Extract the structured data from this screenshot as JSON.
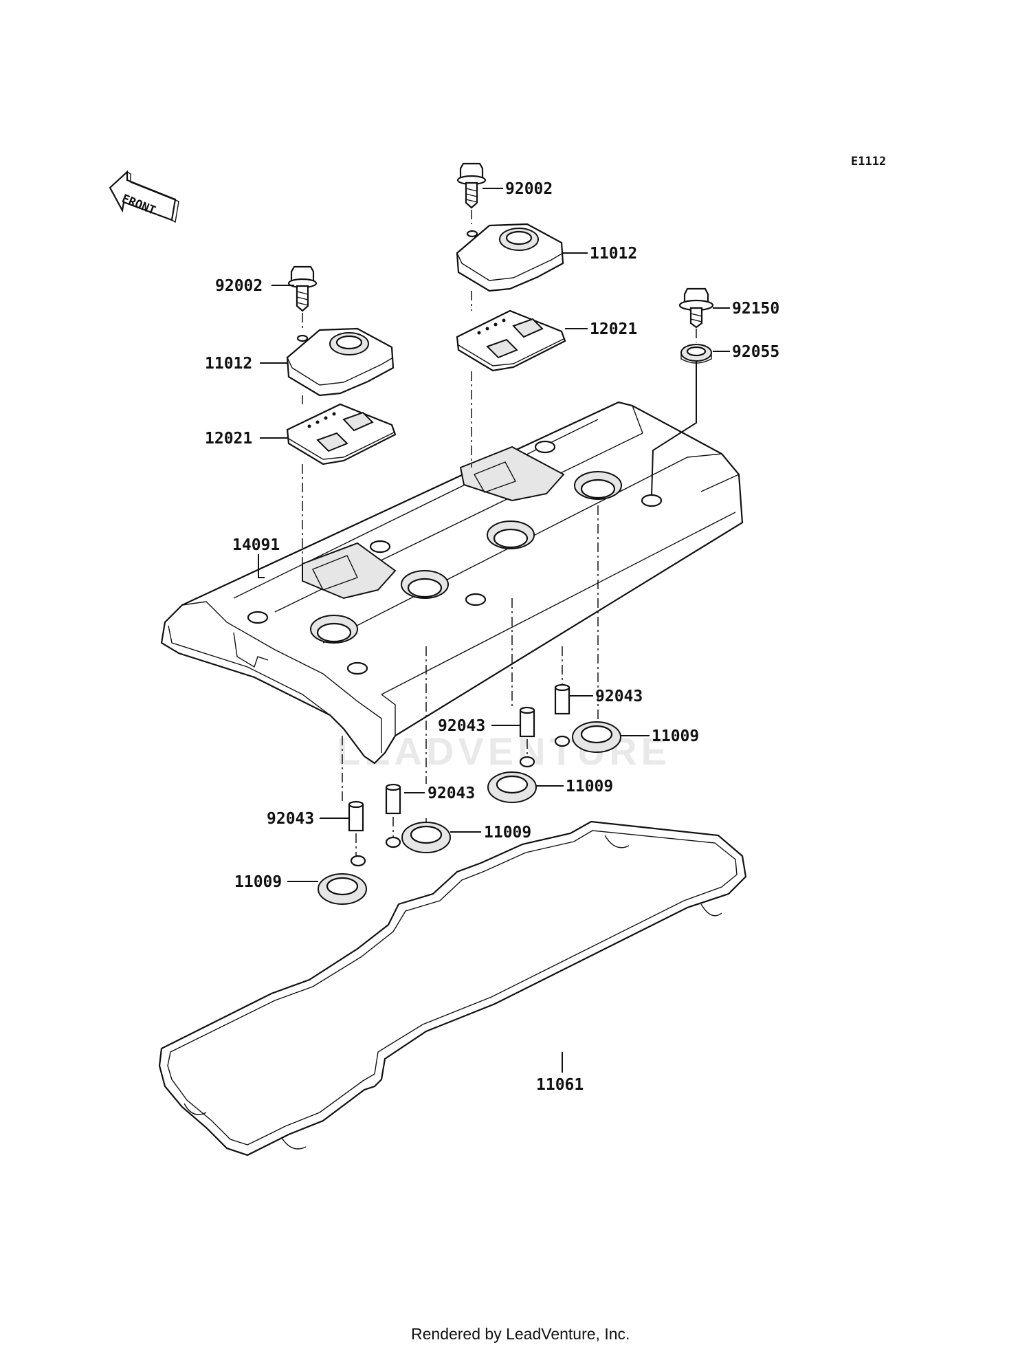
{
  "diagram": {
    "ref_code": "E1112",
    "front_label": "FRONT",
    "footer": "Rendered by LeadVenture, Inc.",
    "watermark": "LEADVENTURE",
    "parts": [
      {
        "id": "bolt_a",
        "number": "92002"
      },
      {
        "id": "cap_a",
        "number": "11012"
      },
      {
        "id": "gasket_a",
        "number": "12021"
      },
      {
        "id": "bolt_b",
        "number": "92002"
      },
      {
        "id": "cap_b",
        "number": "11012"
      },
      {
        "id": "gasket_b",
        "number": "12021"
      },
      {
        "id": "bolt_c",
        "number": "92150"
      },
      {
        "id": "washer",
        "number": "92055"
      },
      {
        "id": "head_cover",
        "number": "14091"
      },
      {
        "id": "pin_1",
        "number": "92043"
      },
      {
        "id": "pin_2",
        "number": "92043"
      },
      {
        "id": "pin_3",
        "number": "92043"
      },
      {
        "id": "pin_4",
        "number": "92043"
      },
      {
        "id": "plug_gasket_1",
        "number": "11009"
      },
      {
        "id": "plug_gasket_2",
        "number": "11009"
      },
      {
        "id": "plug_gasket_3",
        "number": "11009"
      },
      {
        "id": "plug_gasket_4",
        "number": "11009"
      },
      {
        "id": "cover_gasket",
        "number": "11061"
      }
    ]
  }
}
